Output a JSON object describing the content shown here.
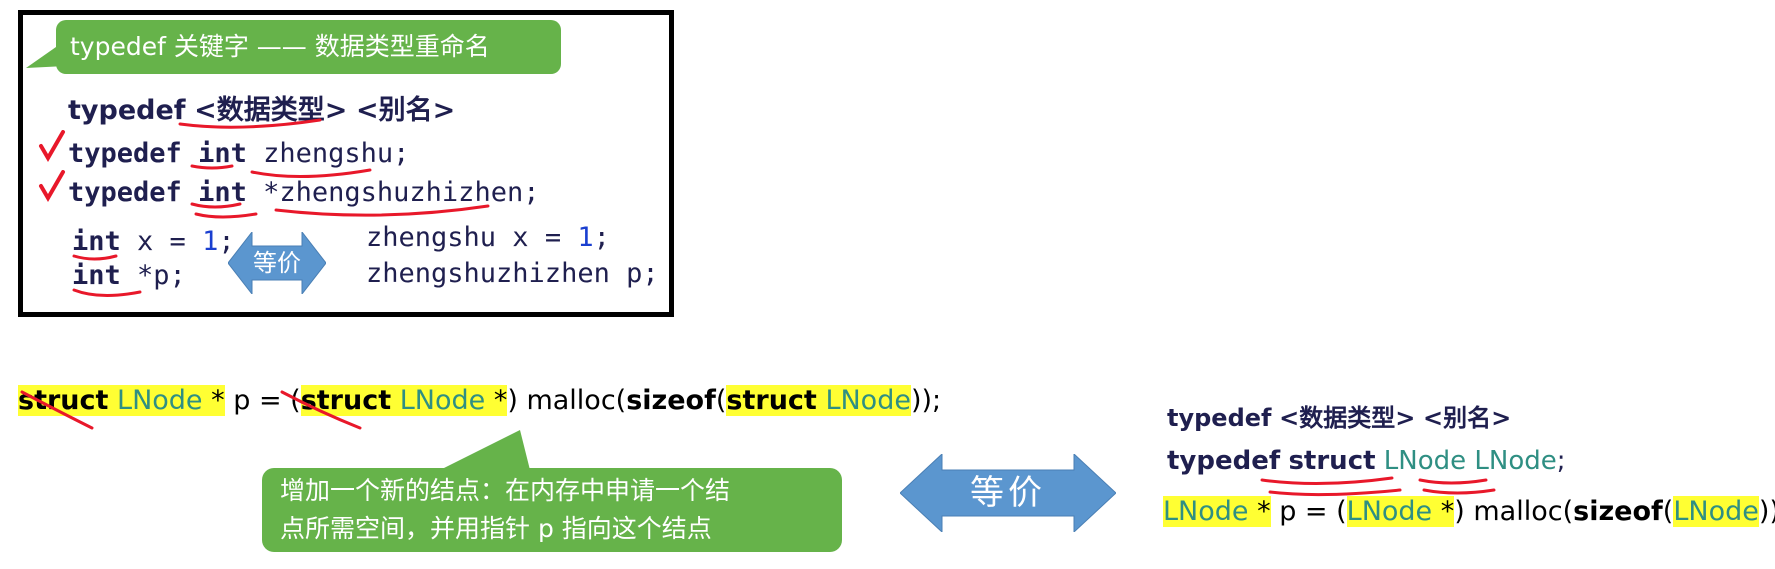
{
  "callouts": {
    "title": "typedef 关键字 —— 数据类型重命名",
    "malloc_line1": "增加一个新的结点：在内存中申请一个结",
    "malloc_line2": "点所需空间，并用指针 p 指向这个结点"
  },
  "top": {
    "syntax": {
      "kw": "typedef",
      "type": "<数据类型>",
      "alias": "<别名>"
    },
    "line_int": {
      "kw": "typedef",
      "type": "int",
      "name": "zhengshu",
      "end": ";"
    },
    "line_ptr": {
      "kw": "typedef",
      "type": "int",
      "star": "*",
      "name": "zhengshuzhizhen",
      "end": ";"
    },
    "decl_x": {
      "type": "int",
      "rest": " x = ",
      "num": "1",
      "end": ";"
    },
    "decl_p": {
      "type": "int",
      "rest": " *p;"
    },
    "equiv_label": "等价",
    "alias_x": {
      "type": "zhengshu",
      "rest": " x = ",
      "num": "1",
      "end": ";"
    },
    "alias_p": {
      "type": "zhengshuzhizhen",
      "rest": " p;"
    }
  },
  "bottom_left": {
    "struct1": "struct",
    "lnode1": "LNode",
    "star1": " *",
    "mid": " p = (",
    "struct2": "struct",
    "lnode2": "LNode",
    "star2": " *",
    "after_cast": ") malloc(",
    "sizeof": "sizeof",
    "paren": "(",
    "struct3": "struct",
    "lnode3": "LNode",
    "end": "));"
  },
  "equiv_label_bottom": "等价",
  "bottom_right": {
    "syntax": {
      "kw": "typedef",
      "type": "<数据类型>",
      "alias": "<别名>"
    },
    "typedef_line": {
      "kw": "typedef",
      "struct": "struct",
      "lnode": "LNode",
      "alias": "LNode",
      "end": ";"
    },
    "code": {
      "lnode1": "LNode",
      "star1": " *",
      "mid": " p = (",
      "lnode2": "LNode",
      "star2": " *",
      "after_cast": ") malloc(",
      "sizeof": "sizeof",
      "paren": "(",
      "lnode3": "LNode",
      "end": "));"
    }
  },
  "colors": {
    "callout_green": "#66b34a",
    "arrow_blue": "#5b96cf",
    "highlight_yellow": "#ffff33",
    "red_mark": "#e8182a",
    "teal_text": "#2f8f83"
  },
  "icons": [
    "check-mark-icon",
    "double-arrow-icon",
    "strike-mark-icon",
    "underline-mark-icon"
  ]
}
